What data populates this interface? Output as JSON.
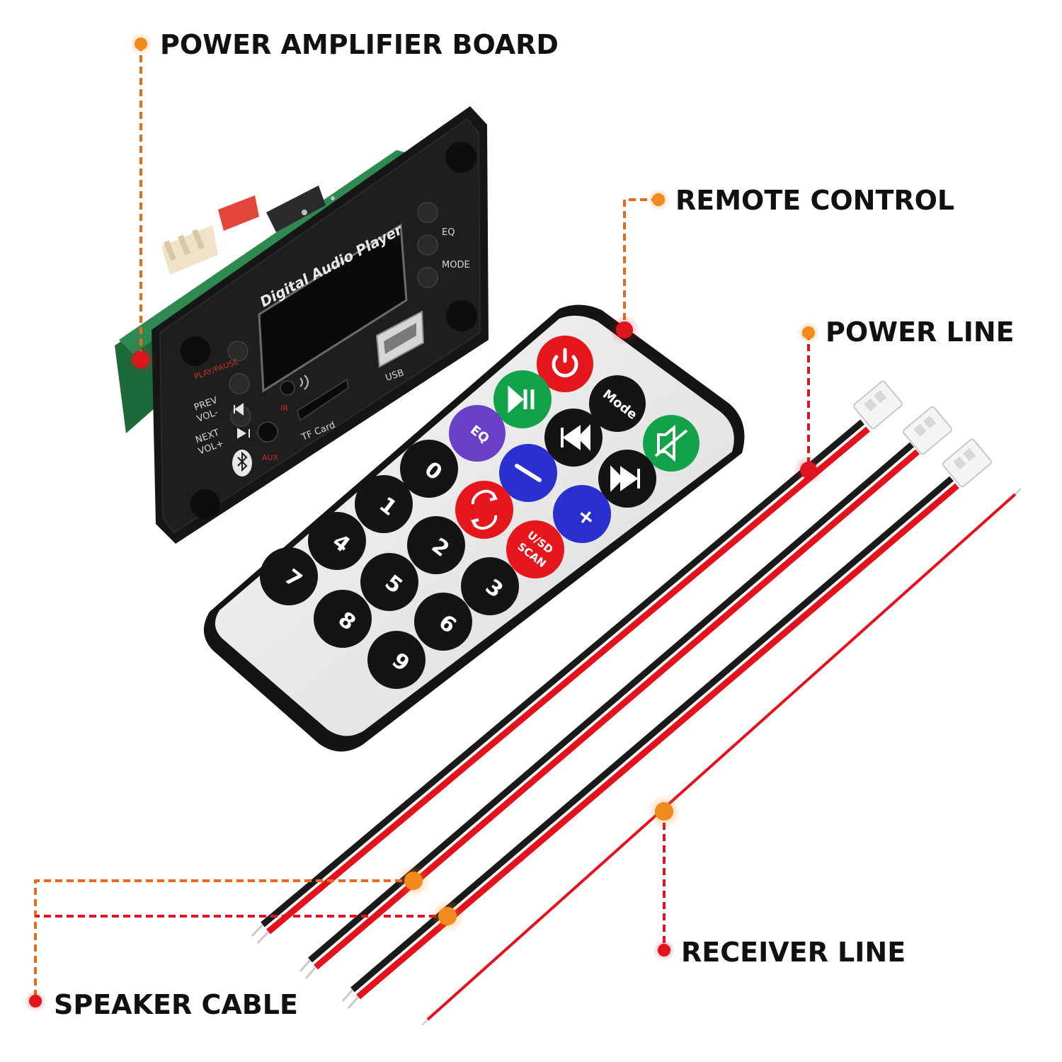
{
  "callouts": {
    "power_amplifier_board": "POWER AMPLIFIER BOARD",
    "remote_control": "REMOTE CONTROL",
    "power_line": "POWER LINE",
    "receiver_line": "RECEIVER LINE",
    "speaker_cable": "SPEAKER CABLE"
  },
  "board": {
    "brand": "Digital Audio Player",
    "eq": "EQ",
    "mode": "MODE",
    "play_pause": "PLAY/PAUSE",
    "prev": "PREV",
    "vol_down": "VOL-",
    "next": "NEXT",
    "vol_up": "VOL+",
    "usb": "USB",
    "tf_card": "TF Card",
    "ir": "IR",
    "aux": "AUX"
  },
  "remote": {
    "mode": "Mode",
    "eq": "EQ",
    "minus": "–",
    "plus": "+",
    "usd": "U/SD",
    "scan": "SCAN",
    "digits": [
      "0",
      "1",
      "2",
      "3",
      "4",
      "5",
      "6",
      "7",
      "8",
      "9"
    ]
  },
  "colors": {
    "marker_orange": "#f28a1e",
    "marker_red": "#e0141e",
    "wire_red": "#e3121c",
    "wire_black": "#1a1a1a",
    "btn_red": "#e5161c",
    "btn_green": "#12a24a",
    "btn_purple": "#6a40c8",
    "btn_blue": "#2a2fd0",
    "btn_black": "#141414"
  },
  "icons": [
    "power-icon",
    "play-pause-icon",
    "mute-icon",
    "previous-icon",
    "next-icon",
    "repeat-icon",
    "bluetooth-icon"
  ]
}
